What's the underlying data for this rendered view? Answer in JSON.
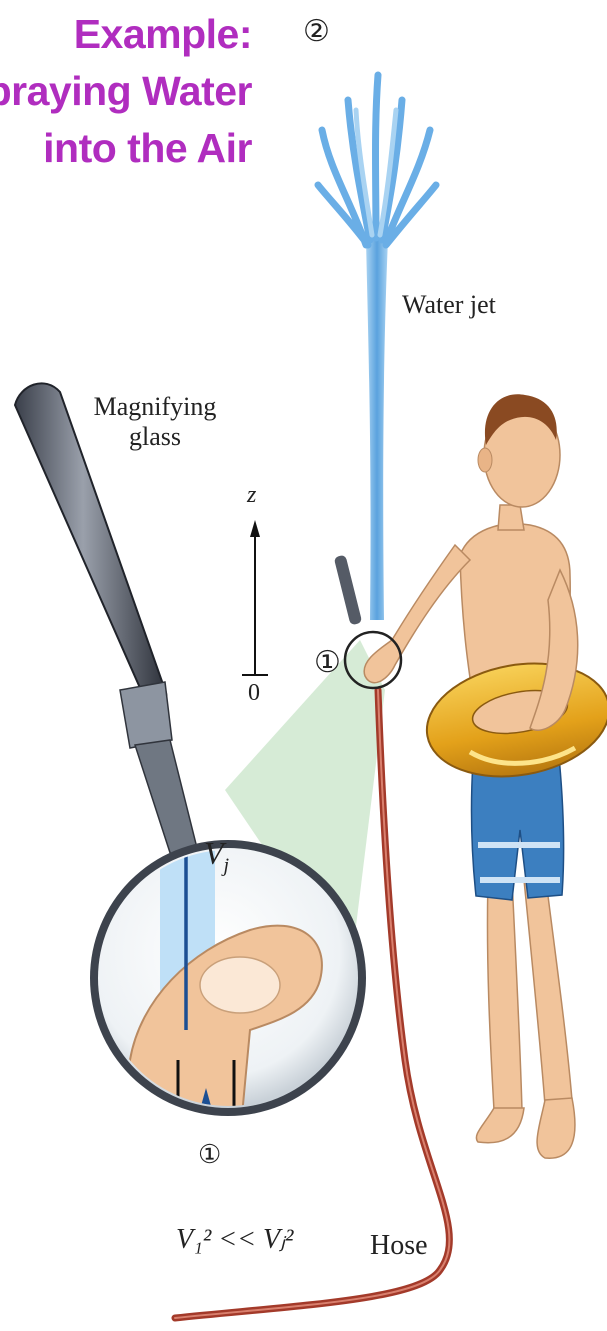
{
  "title": {
    "line1": "Example:",
    "line2": "praying Water",
    "line3": "into the Air"
  },
  "labels": {
    "point2": "②",
    "water_jet": "Water jet",
    "magnifying_line1": "Magnifying",
    "magnifying_line2": "glass",
    "z_axis": "z",
    "zero": "0",
    "point1": "①",
    "point1_inset": "①",
    "vj": "V",
    "vj_sub": "j",
    "relation": "V₁² << Vⱼ²",
    "hose": "Hose"
  },
  "colors": {
    "title": "#b02dbf",
    "water": "#7fb8e6",
    "hose": "#a33a2a",
    "ring": "#e8a81c",
    "trunks": "#3c7fc0",
    "skin": "#f1c49b",
    "beam": "#cfe8cf"
  }
}
